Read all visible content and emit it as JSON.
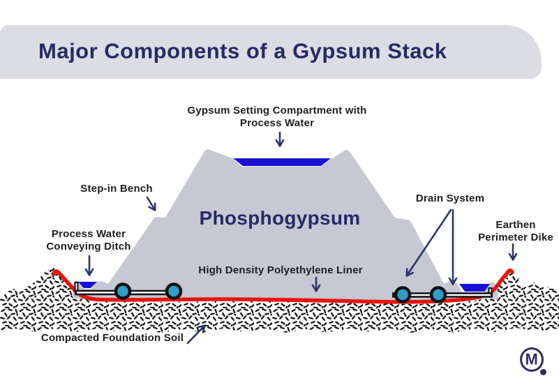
{
  "title": "Major Components of a Gypsum Stack",
  "labels": {
    "gypsum_setting_line1": "Gypsum Setting Compartment with",
    "gypsum_setting_line2": "Process Water",
    "step_in_bench": "Step-in Bench",
    "phosphogypsum": "Phosphogypsum",
    "process_water_line1": "Process Water",
    "process_water_line2": "Conveying Ditch",
    "hdpe_liner": "High Density Polyethylene Liner",
    "drain_system": "Drain System",
    "earthen_line1": "Earthen",
    "earthen_line2": "Perimeter Dike",
    "compacted_soil": "Compacted Foundation Soil"
  },
  "logo": {
    "letter": "M"
  },
  "colors": {
    "banner_bg": "#dcdde4",
    "title_navy": "#252b63",
    "label_dark": "#1d1d20",
    "arrow_navy": "#2b3469",
    "stack_gray": "#c6c8d3",
    "water_blue": "#1812d4",
    "liner_red": "#e8150b",
    "drain_fill": "#2e9ec9",
    "pipe_black": "#101014",
    "soil_dash": "#161616",
    "logo_navy": "#322a63"
  }
}
